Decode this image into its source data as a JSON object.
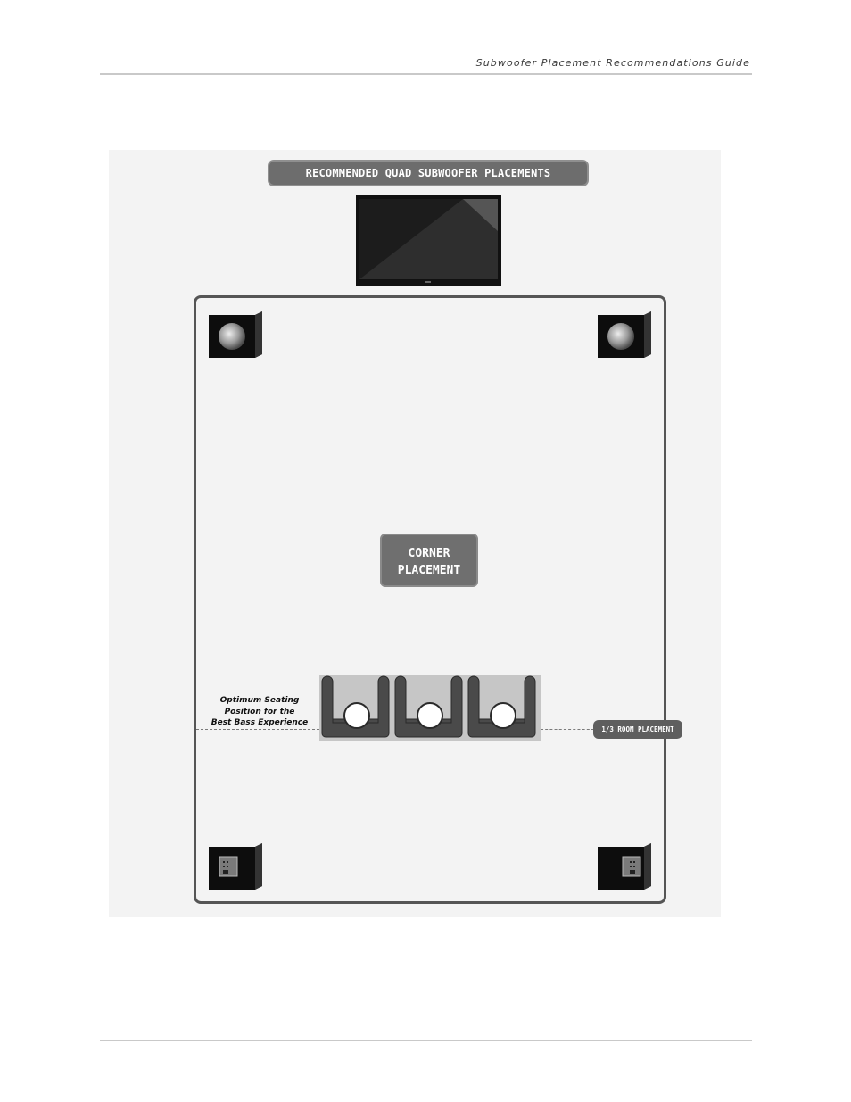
{
  "header": {
    "running_title": "Subwoofer Placement Recommendations Guide"
  },
  "figure": {
    "title": "RECOMMENDED QUAD SUBWOOFER PLACEMENTS",
    "corner_label_line1": "CORNER",
    "corner_label_line2": "PLACEMENT",
    "seating_caption_line1": "Optimum Seating",
    "seating_caption_line2": "Position for the",
    "seating_caption_line3": "Best Bass Experience",
    "room_placement_label": "1/3 ROOM PLACEMENT",
    "icons": {
      "display": "television-icon",
      "front_subs": "subwoofer-front-icon",
      "rear_subs": "subwoofer-rear-icon",
      "seats": "armchair-icon"
    },
    "colors": {
      "banner": "#6d6d6d",
      "room_border": "#555555",
      "seating_area": "#c6c6c6",
      "chair": "#4a4a4a"
    }
  }
}
